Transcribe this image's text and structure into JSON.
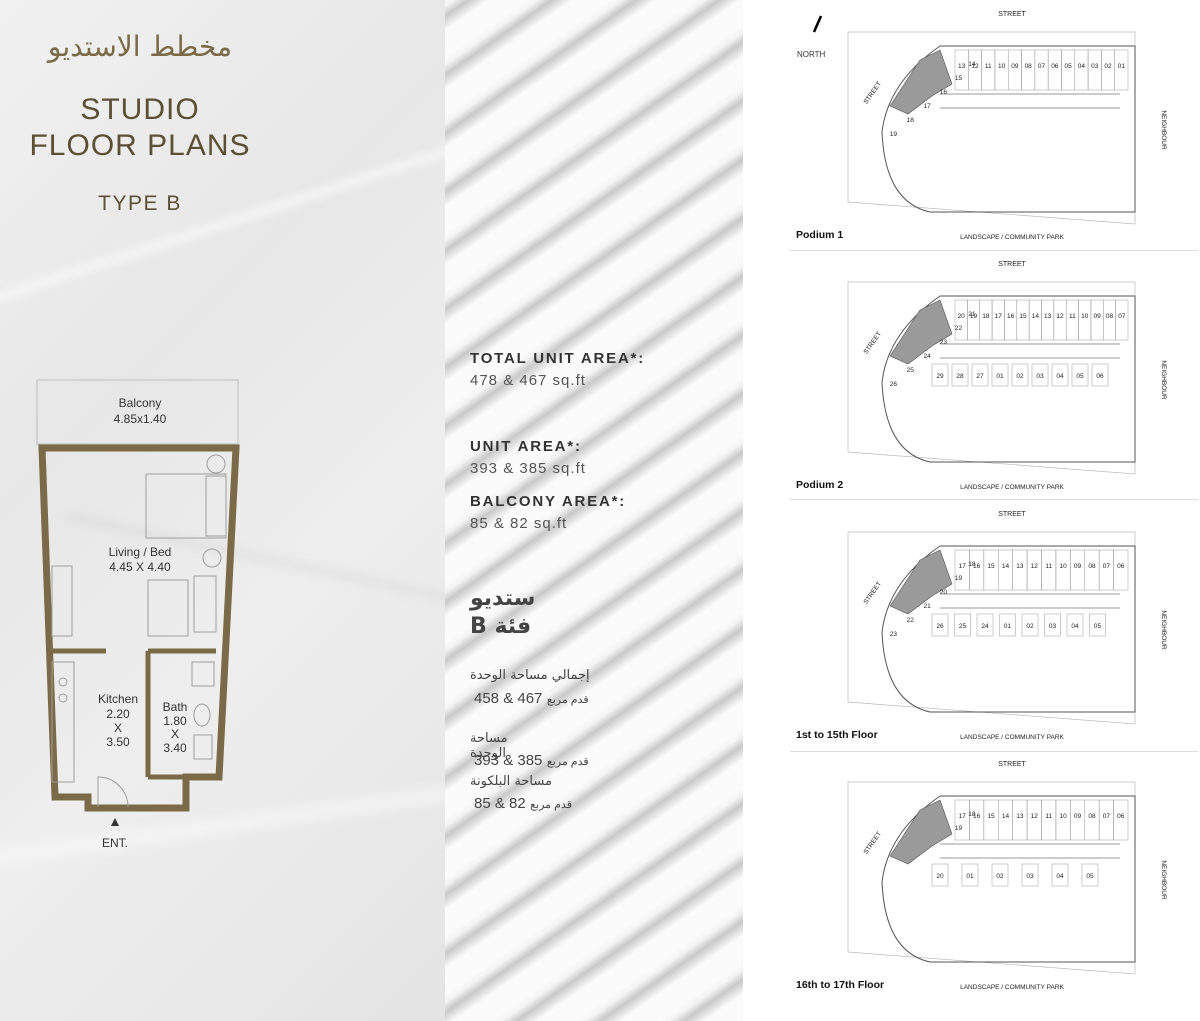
{
  "left": {
    "arabic_title": "مخطط الاستديو",
    "title_line1": "STUDIO",
    "title_line2": "FLOOR PLANS",
    "type": "TYPE B",
    "plan": {
      "balcony_label": "Balcony",
      "balcony_dim": "4.85x1.40",
      "living_label": "Living / Bed",
      "living_dim": "4.45 X 4.40",
      "kitchen_label": "Kitchen",
      "kitchen_dim1": "2.20",
      "kitchen_x": "X",
      "kitchen_dim2": "3.50",
      "bath_label": "Bath",
      "bath_dim1": "1.80",
      "bath_x": "X",
      "bath_dim2": "3.40",
      "entrance_label": "ENT."
    }
  },
  "middle": {
    "total_unit_area_label": "TOTAL UNIT AREA*:",
    "total_unit_area_value": "478 & 467 sq.ft",
    "unit_area_label": "UNIT AREA*:",
    "unit_area_value": "393 & 385 sq.ft",
    "balcony_area_label": "BALCONY AREA*:",
    "balcony_area_value": "85 & 82 sq.ft",
    "ar_studio": "ستديو",
    "ar_type": "فئة B",
    "ar_total_label": "إجمالي مساحة الوحدة",
    "ar_total_value": "467 & 458",
    "ar_unit_label": "مساحة الوحدة",
    "ar_unit_value": "385 & 393",
    "ar_balcony_label": "مساحة البلكونة",
    "ar_balcony_value": "82 & 85",
    "ar_unit": "قدم مربع"
  },
  "right": {
    "north_label": "NORTH",
    "street_label": "STREET",
    "neighbour_label": "NEIGHBOUR",
    "park_label": "LANDSCAPE / COMMUNITY PARK",
    "floors": [
      {
        "title": "Podium 1",
        "units_top": [
          "13",
          "12",
          "11",
          "10",
          "09",
          "08",
          "07",
          "06",
          "05",
          "04",
          "03",
          "02",
          "01"
        ],
        "units_curve": [
          "14",
          "15",
          "16",
          "17",
          "18",
          "19"
        ],
        "units_mid": []
      },
      {
        "title": "Podium 2",
        "units_top": [
          "20",
          "19",
          "18",
          "17",
          "16",
          "15",
          "14",
          "13",
          "12",
          "11",
          "10",
          "09",
          "08",
          "07"
        ],
        "units_curve": [
          "21",
          "22",
          "23",
          "24",
          "25",
          "26"
        ],
        "units_mid": [
          "29",
          "28",
          "27",
          "01",
          "02",
          "03",
          "04",
          "05",
          "06"
        ]
      },
      {
        "title": "1st to 15th Floor",
        "units_top": [
          "17",
          "16",
          "15",
          "14",
          "13",
          "12",
          "11",
          "10",
          "09",
          "08",
          "07",
          "06"
        ],
        "units_curve": [
          "18",
          "19",
          "20",
          "21",
          "22",
          "23"
        ],
        "units_mid": [
          "26",
          "25",
          "24",
          "01",
          "02",
          "03",
          "04",
          "05"
        ]
      },
      {
        "title": "16th to 17th Floor",
        "units_top": [
          "17",
          "16",
          "15",
          "14",
          "13",
          "12",
          "11",
          "10",
          "09",
          "08",
          "07",
          "06"
        ],
        "units_curve": [
          "18",
          "19"
        ],
        "units_mid": [
          "20",
          "01",
          "02",
          "03",
          "04",
          "05"
        ]
      }
    ]
  },
  "colors": {
    "accent": "#7a6946",
    "wall": "#7b6a48",
    "highlight": "#9a9a9a"
  }
}
